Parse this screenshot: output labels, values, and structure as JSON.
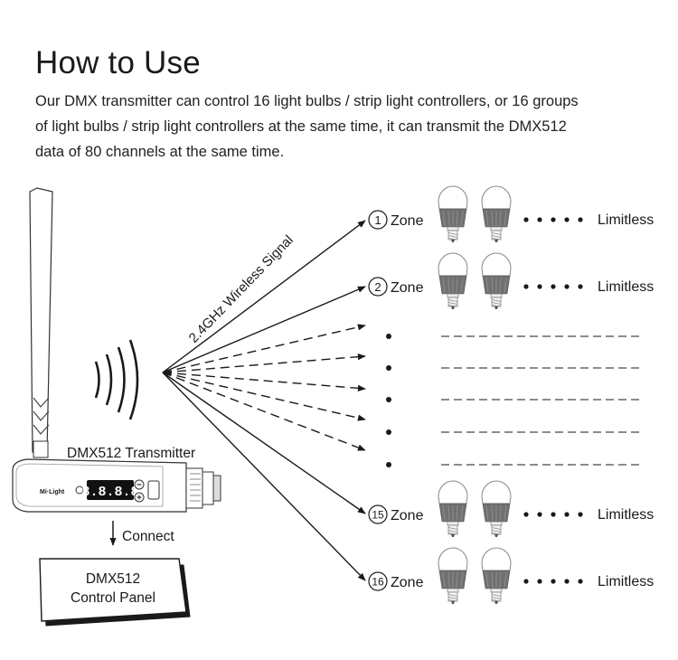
{
  "title": "How to Use",
  "description": [
    "Our DMX transmitter can control 16 light bulbs / strip light controllers, or 16 groups",
    "of light bulbs / strip light controllers at the same time, it can transmit the DMX512",
    "data of 80 channels at the same time."
  ],
  "signal_label": "2.4GHz Wireless Signal",
  "transmitter": {
    "label": "DMX512 Transmitter",
    "brand": "Mi·Light",
    "display": "8.8.8.8"
  },
  "connect_label": "Connect",
  "control_panel": {
    "line1": "DMX512",
    "line2": "Control Panel"
  },
  "zones": [
    {
      "number": "1",
      "label": "Zone",
      "limit": "Limitless"
    },
    {
      "number": "2",
      "label": "Zone",
      "limit": "Limitless"
    },
    {
      "number": "15",
      "label": "Zone",
      "limit": "Limitless"
    },
    {
      "number": "16",
      "label": "Zone",
      "limit": "Limitless"
    }
  ],
  "colors": {
    "line": "#1a1a1a",
    "bulb_shade": "#666666",
    "panel_shadow": "#1a1a1a"
  }
}
